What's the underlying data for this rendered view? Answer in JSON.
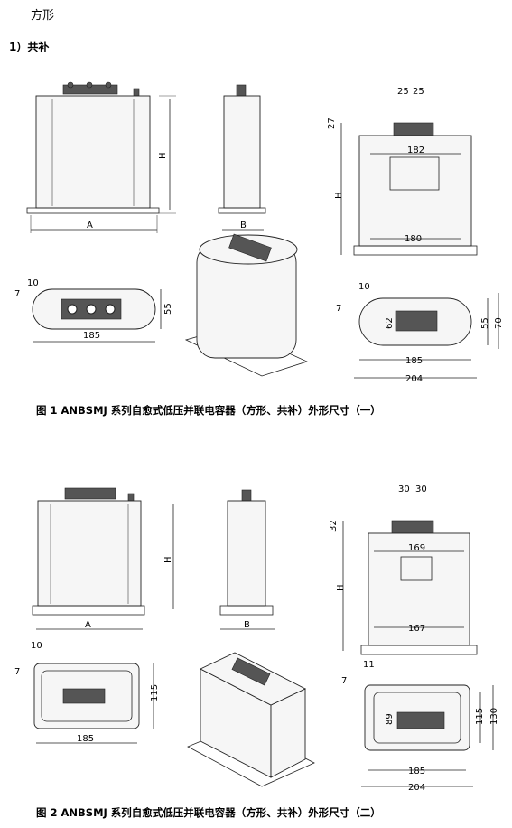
{
  "heading": "方形",
  "subheading": "1）共补",
  "figure1": {
    "caption": "图 1   ANBSMJ 系列自愈式低压并联电容器（方形、共补）外形尺寸（一）",
    "front": {
      "h": "H",
      "w": "A"
    },
    "side": {
      "w": "B"
    },
    "top": {
      "a": "10",
      "b": "7",
      "c": "55",
      "d": "185"
    },
    "right_front": {
      "t1": "25",
      "t2": "25",
      "top_h": "27",
      "w1": "182",
      "h": "H",
      "w2": "180"
    },
    "right_top": {
      "a": "10",
      "b": "7",
      "c": "62",
      "d": "55",
      "e": "70",
      "f": "185",
      "g": "204"
    }
  },
  "figure2": {
    "caption": "图 2   ANBSMJ 系列自愈式低压并联电容器（方形、共补）外形尺寸（二）",
    "front": {
      "h": "H",
      "w": "A"
    },
    "side": {
      "w": "B"
    },
    "top": {
      "a": "10",
      "b": "7",
      "c": "115",
      "d": "185"
    },
    "right_front": {
      "t1": "30",
      "t2": "30",
      "top_h": "32",
      "w1": "169",
      "h": "H",
      "w2": "167"
    },
    "right_top": {
      "a": "11",
      "b": "7",
      "c": "89",
      "d": "115",
      "e": "130",
      "f": "185",
      "g": "204"
    }
  }
}
